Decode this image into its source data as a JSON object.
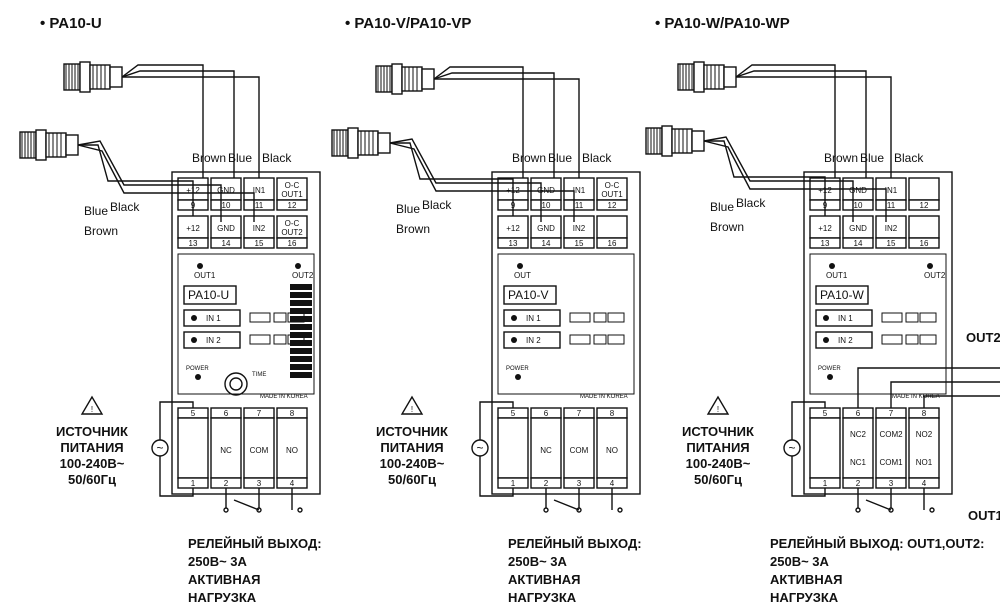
{
  "panels": [
    {
      "title": "• PA10-U",
      "model": "PA10-U",
      "wire_labels": [
        "Brown",
        "Blue",
        "Black"
      ],
      "wire_labels_lower": [
        "Blue",
        "Black",
        "Brown"
      ],
      "top_terminals": [
        {
          "name": "+12",
          "num": "9"
        },
        {
          "name": "GND",
          "num": "10"
        },
        {
          "name": "IN1",
          "num": "11"
        },
        {
          "name": "O-C OUT1",
          "num": "12"
        },
        {
          "name": "+12",
          "num": "13"
        },
        {
          "name": "GND",
          "num": "14"
        },
        {
          "name": "IN2",
          "num": "15"
        },
        {
          "name": "O-C OUT2",
          "num": "16"
        }
      ],
      "leds": [
        "OUT1",
        "OUT2"
      ],
      "inputs": [
        "IN 1",
        "IN 2"
      ],
      "power": "POWER",
      "made_in": "MADE IN KOREA",
      "bottom_terminals": [
        {
          "top": "5",
          "bottom": "1",
          "label": ""
        },
        {
          "top": "6",
          "bottom": "2",
          "label": "NC"
        },
        {
          "top": "7",
          "bottom": "3",
          "label": "COM"
        },
        {
          "top": "8",
          "bottom": "4",
          "label": "NO"
        }
      ],
      "power_text": [
        "ИСТОЧНИК",
        "ПИТАНИЯ",
        "100-240В~",
        "50/60Гц"
      ],
      "relay_text": [
        "РЕЛЕЙНЫЙ ВЫХОД:",
        "250В~ 3А",
        "АКТИВНАЯ",
        "НАГРУЗКА"
      ]
    },
    {
      "title": "• PA10-V/PA10-VP",
      "model": "PA10-V",
      "wire_labels": [
        "Brown",
        "Blue",
        "Black"
      ],
      "wire_labels_lower": [
        "Blue",
        "Black",
        "Brown"
      ],
      "top_terminals": [
        {
          "name": "+12",
          "num": "9"
        },
        {
          "name": "GND",
          "num": "10"
        },
        {
          "name": "IN1",
          "num": "11"
        },
        {
          "name": "O-C OUT1",
          "num": "12"
        },
        {
          "name": "+12",
          "num": "13"
        },
        {
          "name": "GND",
          "num": "14"
        },
        {
          "name": "IN2",
          "num": "15"
        },
        {
          "name": "",
          "num": "16"
        }
      ],
      "leds": [
        "OUT"
      ],
      "inputs": [
        "IN 1",
        "IN 2"
      ],
      "power": "POWER",
      "made_in": "MADE IN KOREA",
      "bottom_terminals": [
        {
          "top": "5",
          "bottom": "1",
          "label": ""
        },
        {
          "top": "6",
          "bottom": "2",
          "label": "NC"
        },
        {
          "top": "7",
          "bottom": "3",
          "label": "COM"
        },
        {
          "top": "8",
          "bottom": "4",
          "label": "NO"
        }
      ],
      "power_text": [
        "ИСТОЧНИК",
        "ПИТАНИЯ",
        "100-240В~",
        "50/60Гц"
      ],
      "relay_text": [
        "РЕЛЕЙНЫЙ ВЫХОД:",
        "250В~ 3А",
        "АКТИВНАЯ",
        "НАГРУЗКА"
      ]
    },
    {
      "title": "• PA10-W/PA10-WP",
      "model": "PA10-W",
      "wire_labels": [
        "Brown",
        "Blue",
        "Black"
      ],
      "wire_labels_lower": [
        "Blue",
        "Black",
        "Brown"
      ],
      "top_terminals": [
        {
          "name": "+12",
          "num": "9"
        },
        {
          "name": "GND",
          "num": "10"
        },
        {
          "name": "IN1",
          "num": "11"
        },
        {
          "name": "",
          "num": "12"
        },
        {
          "name": "+12",
          "num": "13"
        },
        {
          "name": "GND",
          "num": "14"
        },
        {
          "name": "IN2",
          "num": "15"
        },
        {
          "name": "",
          "num": "16"
        }
      ],
      "leds": [
        "OUT1",
        "OUT2"
      ],
      "inputs": [
        "IN 1",
        "IN 2"
      ],
      "power": "POWER",
      "made_in": "MADE IN KOREA",
      "bottom_terminals": [
        {
          "top": "5",
          "bottom": "1",
          "label": "",
          "label2": ""
        },
        {
          "top": "6",
          "bottom": "2",
          "label": "NC2",
          "label2": "NC1"
        },
        {
          "top": "7",
          "bottom": "3",
          "label": "COM2",
          "label2": "COM1"
        },
        {
          "top": "8",
          "bottom": "4",
          "label": "NO2",
          "label2": "NO1"
        }
      ],
      "outputs": [
        "OUT2",
        "OUT1"
      ],
      "power_text": [
        "ИСТОЧНИК",
        "ПИТАНИЯ",
        "100-240В~",
        "50/60Гц"
      ],
      "relay_text": [
        "РЕЛЕЙНЫЙ ВЫХОД: OUT1,OUT2:",
        "250В~ 3А",
        "АКТИВНАЯ",
        "НАГРУЗКА"
      ]
    }
  ]
}
